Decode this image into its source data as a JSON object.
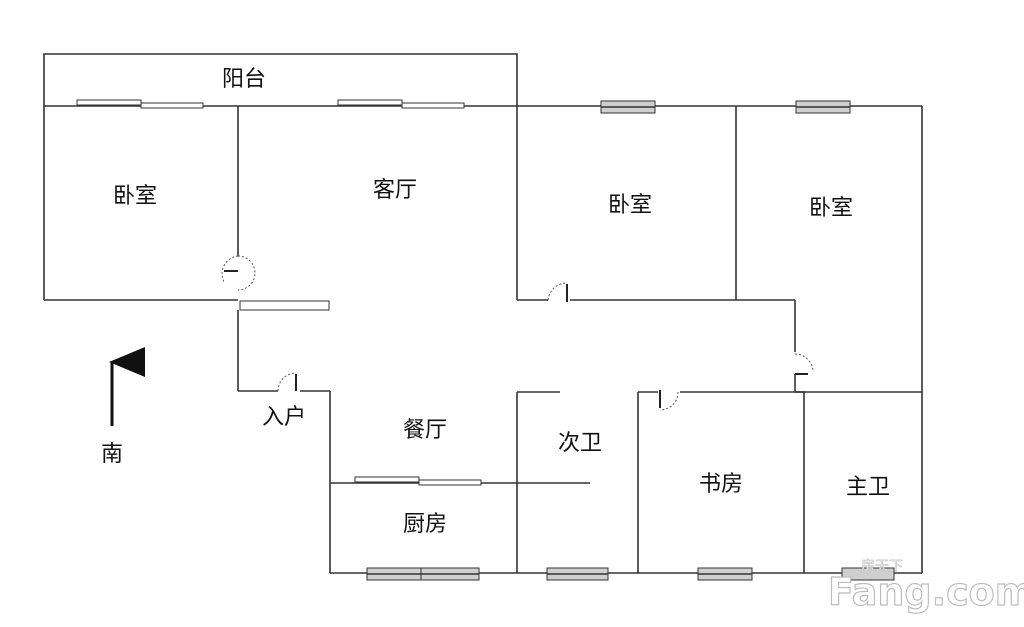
{
  "rooms": {
    "balcony": "阳台",
    "bedroom_west": "卧室",
    "living_room": "客厅",
    "bedroom_middle": "卧室",
    "bedroom_east": "卧室",
    "entrance": "入户",
    "dining_room": "餐厅",
    "second_bathroom": "次卫",
    "study": "书房",
    "master_bathroom": "主卫",
    "kitchen": "厨房"
  },
  "orientation": {
    "direction_label": "南",
    "arrow_icon": "north-arrow-icon"
  },
  "watermark": {
    "brand": "Fang.com",
    "chinese": "房天下"
  },
  "colors": {
    "wall": "#333333",
    "background": "#ffffff"
  }
}
